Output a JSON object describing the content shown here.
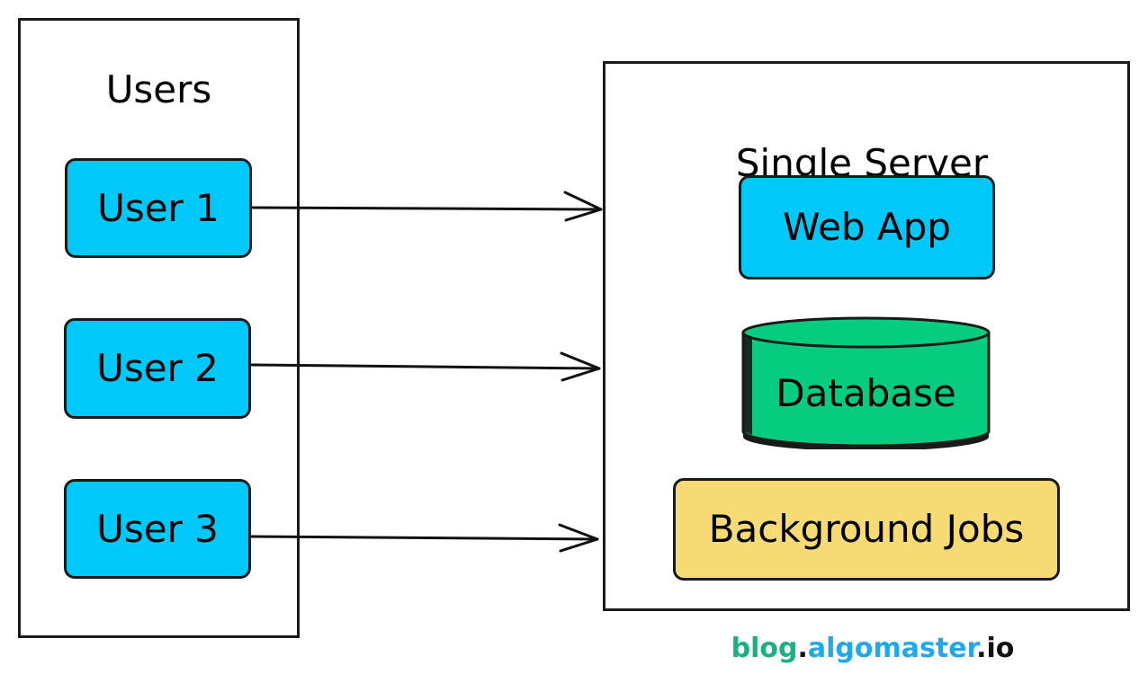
{
  "colors": {
    "user_box": "#00c8f8",
    "web_app_box": "#00c8f8",
    "database": "#05cc7e",
    "background_jobs": "#f6da74",
    "outline": "#1a1a1a",
    "watermark_green": "#16b380",
    "watermark_blue": "#1fa9e8"
  },
  "users_panel": {
    "title": "Users",
    "items": [
      {
        "label": "User 1"
      },
      {
        "label": "User 2"
      },
      {
        "label": "User 3"
      }
    ]
  },
  "server_panel": {
    "title": "Single Server",
    "components": {
      "web_app": "Web App",
      "database": "Database",
      "background_jobs": "Background Jobs"
    }
  },
  "connections": [
    {
      "from": "User 1",
      "to": "Single Server"
    },
    {
      "from": "User 2",
      "to": "Single Server"
    },
    {
      "from": "User 3",
      "to": "Single Server"
    }
  ],
  "watermark": {
    "part1": "blog",
    "dot1": ".",
    "part2": "algomaster",
    "dot2": ".",
    "part3": "io"
  }
}
